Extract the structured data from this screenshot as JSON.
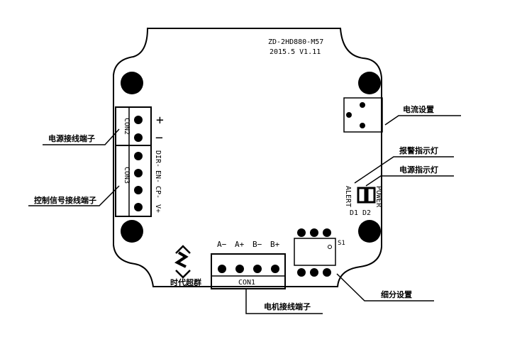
{
  "board": {
    "model": "ZD-2HD880-M57",
    "version": "2015.5   V1.11",
    "logo_text": "时代超群"
  },
  "connectors": {
    "con2": {
      "name": "CON2",
      "pins": [
        "+",
        "−"
      ]
    },
    "con3": {
      "name": "CON3",
      "pins": [
        "DIR-",
        "EN-",
        "CP-",
        "V+"
      ]
    },
    "con1": {
      "name": "CON1",
      "pins": [
        "A−",
        "A+",
        "B−",
        "B+"
      ]
    }
  },
  "components": {
    "switch": "S1",
    "led_alert_label": "ALERT",
    "led_power_label": "POWER",
    "led_alert_id": "D1",
    "led_power_id": "D2"
  },
  "callouts": {
    "power_terminal": "电源接线端子",
    "control_terminal": "控制信号接线端子",
    "current_setting": "电流设置",
    "alarm_indicator": "报警指示灯",
    "power_indicator": "电源指示灯",
    "microstep_setting": "细分设置",
    "motor_terminal": "电机接线端子"
  }
}
